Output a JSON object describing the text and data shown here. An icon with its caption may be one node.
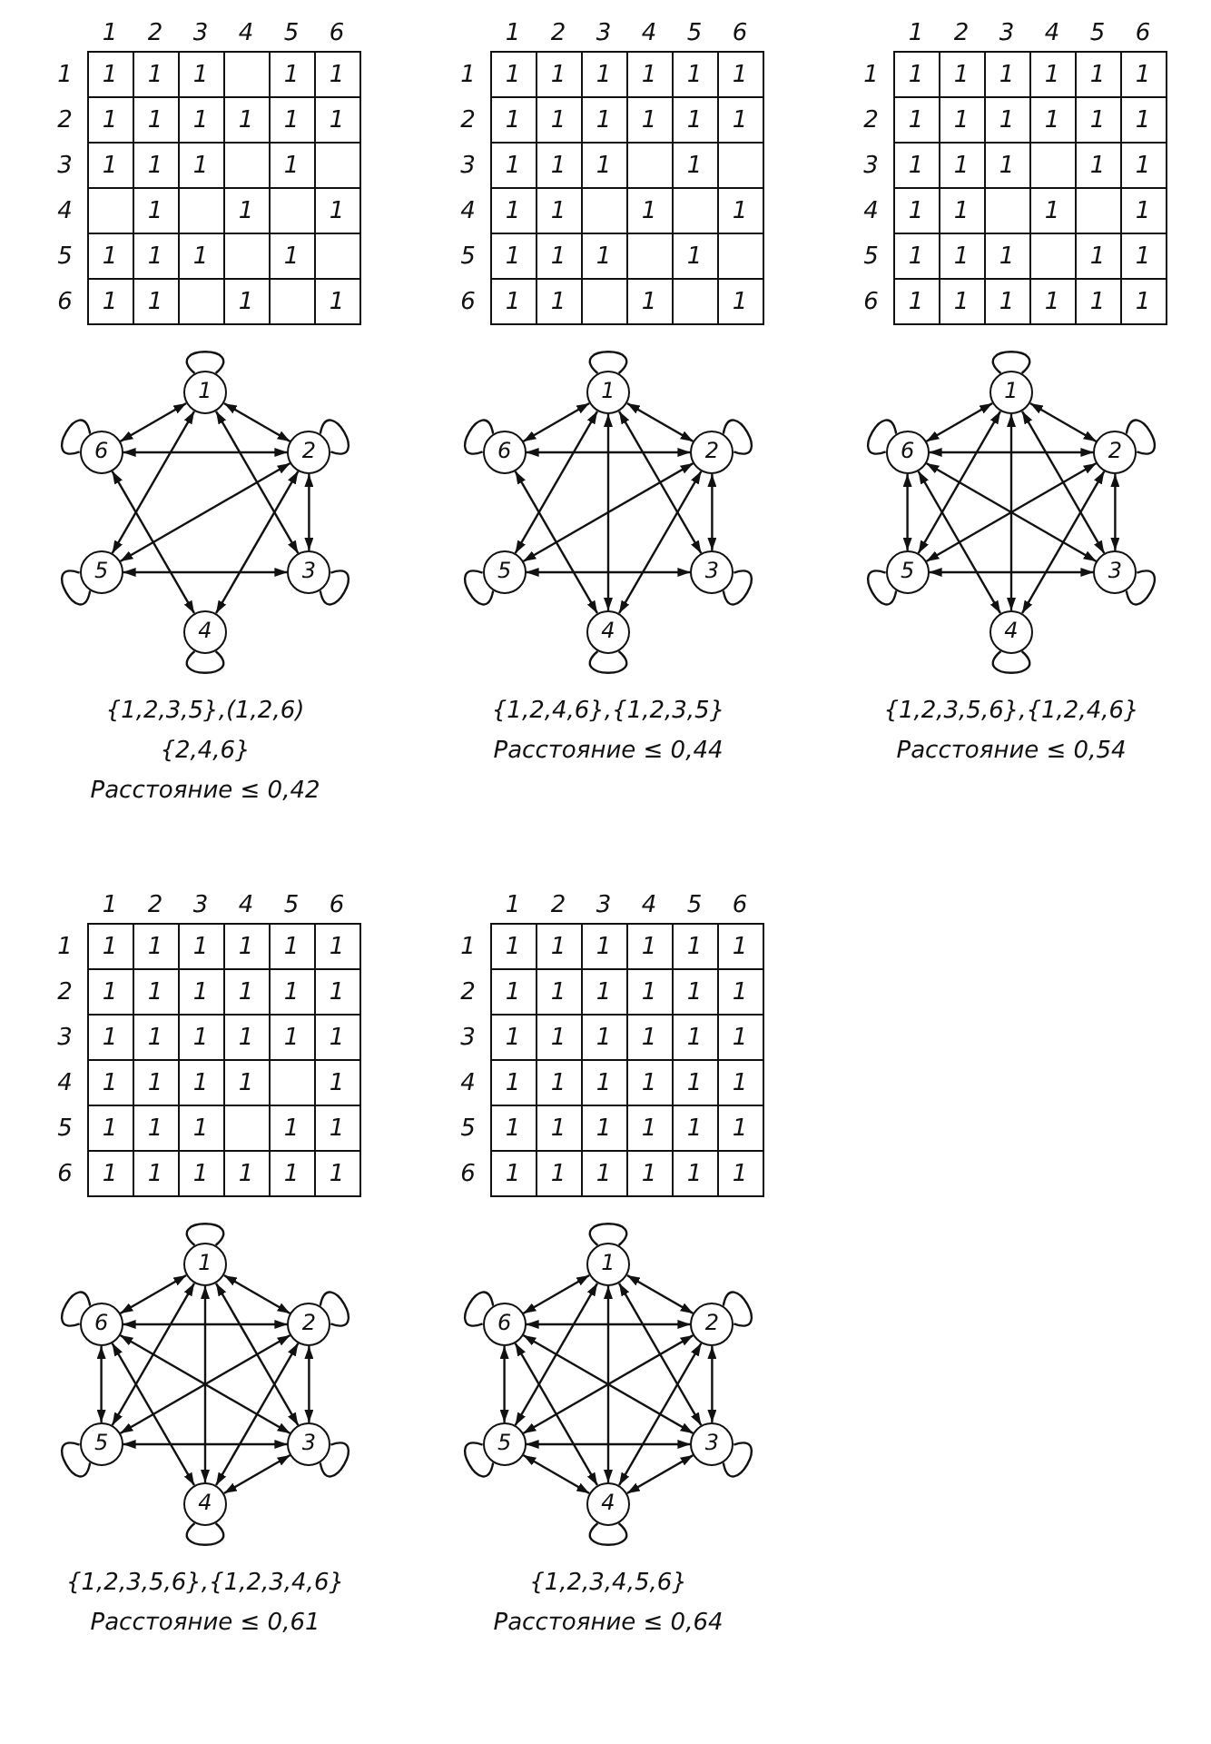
{
  "diagram": {
    "nodes": [
      {
        "text": [
          "1"
        ]
      },
      {
        "text": [
          "2"
        ]
      },
      {
        "text": [
          "3"
        ]
      },
      {
        "text": [
          "4"
        ]
      },
      {
        "text": [
          "5"
        ]
      },
      {
        "text": [
          "6"
        ]
      },
      {
        "text": [
          "1"
        ]
      },
      {
        "text": [
          "2"
        ]
      },
      {
        "text": [
          "3"
        ]
      },
      {
        "text": [
          "4"
        ]
      },
      {
        "text": [
          "5"
        ]
      },
      {
        "text": [
          "6"
        ]
      },
      {
        "text": [
          "1"
        ]
      },
      {
        "text": [
          "2"
        ]
      },
      {
        "text": [
          "3"
        ]
      },
      {
        "text": [
          "4"
        ]
      },
      {
        "text": [
          "5"
        ]
      },
      {
        "text": [
          "6"
        ]
      },
      {
        "text": [
          "1"
        ]
      },
      {
        "text": [
          "2"
        ]
      },
      {
        "text": [
          "3"
        ]
      },
      {
        "text": [
          "4"
        ]
      },
      {
        "text": [
          "5"
        ]
      },
      {
        "text": [
          "6"
        ]
      },
      {
        "text": [
          "1"
        ]
      },
      {
        "text": [
          "2"
        ]
      },
      {
        "text": [
          "3"
        ]
      },
      {
        "text": [
          "4"
        ]
      },
      {
        "text": [
          "5"
        ]
      },
      {
        "text": [
          "6"
        ]
      }
    ],
    "edges": [
      {
        "from": 0,
        "to": 0,
        "arrow": "none"
      },
      {
        "from": 1,
        "to": 1,
        "arrow": "none"
      },
      {
        "from": 2,
        "to": 2,
        "arrow": "none"
      },
      {
        "from": 3,
        "to": 3,
        "arrow": "none"
      },
      {
        "from": 4,
        "to": 4,
        "arrow": "none"
      },
      {
        "from": 5,
        "to": 5,
        "arrow": "none"
      },
      {
        "from": 0,
        "to": 1,
        "arrow": "both"
      },
      {
        "from": 0,
        "to": 2,
        "arrow": "both"
      },
      {
        "from": 0,
        "to": 4,
        "arrow": "both"
      },
      {
        "from": 0,
        "to": 5,
        "arrow": "both"
      },
      {
        "from": 1,
        "to": 2,
        "arrow": "both"
      },
      {
        "from": 1,
        "to": 3,
        "arrow": "both"
      },
      {
        "from": 1,
        "to": 4,
        "arrow": "both"
      },
      {
        "from": 1,
        "to": 5,
        "arrow": "both"
      },
      {
        "from": 2,
        "to": 4,
        "arrow": "both"
      },
      {
        "from": 3,
        "to": 5,
        "arrow": "both"
      },
      {
        "from": 6,
        "to": 6,
        "arrow": "none"
      },
      {
        "from": 7,
        "to": 7,
        "arrow": "none"
      },
      {
        "from": 8,
        "to": 8,
        "arrow": "none"
      },
      {
        "from": 9,
        "to": 9,
        "arrow": "none"
      },
      {
        "from": 10,
        "to": 10,
        "arrow": "none"
      },
      {
        "from": 11,
        "to": 11,
        "arrow": "none"
      },
      {
        "from": 6,
        "to": 7,
        "arrow": "both"
      },
      {
        "from": 6,
        "to": 8,
        "arrow": "both"
      },
      {
        "from": 6,
        "to": 9,
        "arrow": "both"
      },
      {
        "from": 6,
        "to": 10,
        "arrow": "both"
      },
      {
        "from": 6,
        "to": 11,
        "arrow": "both"
      },
      {
        "from": 7,
        "to": 8,
        "arrow": "both"
      },
      {
        "from": 7,
        "to": 9,
        "arrow": "both"
      },
      {
        "from": 7,
        "to": 10,
        "arrow": "both"
      },
      {
        "from": 7,
        "to": 11,
        "arrow": "both"
      },
      {
        "from": 8,
        "to": 10,
        "arrow": "both"
      },
      {
        "from": 9,
        "to": 11,
        "arrow": "both"
      },
      {
        "from": 12,
        "to": 12,
        "arrow": "none"
      },
      {
        "from": 13,
        "to": 13,
        "arrow": "none"
      },
      {
        "from": 14,
        "to": 14,
        "arrow": "none"
      },
      {
        "from": 15,
        "to": 15,
        "arrow": "none"
      },
      {
        "from": 16,
        "to": 16,
        "arrow": "none"
      },
      {
        "from": 17,
        "to": 17,
        "arrow": "none"
      },
      {
        "from": 12,
        "to": 13,
        "arrow": "both"
      },
      {
        "from": 12,
        "to": 14,
        "arrow": "both"
      },
      {
        "from": 12,
        "to": 15,
        "arrow": "both"
      },
      {
        "from": 12,
        "to": 16,
        "arrow": "both"
      },
      {
        "from": 12,
        "to": 17,
        "arrow": "both"
      },
      {
        "from": 13,
        "to": 14,
        "arrow": "both"
      },
      {
        "from": 13,
        "to": 15,
        "arrow": "both"
      },
      {
        "from": 13,
        "to": 16,
        "arrow": "both"
      },
      {
        "from": 13,
        "to": 17,
        "arrow": "both"
      },
      {
        "from": 14,
        "to": 16,
        "arrow": "both"
      },
      {
        "from": 14,
        "to": 17,
        "arrow": "both"
      },
      {
        "from": 15,
        "to": 17,
        "arrow": "both"
      },
      {
        "from": 16,
        "to": 17,
        "arrow": "both"
      },
      {
        "from": 18,
        "to": 18,
        "arrow": "none"
      },
      {
        "from": 19,
        "to": 19,
        "arrow": "none"
      },
      {
        "from": 20,
        "to": 20,
        "arrow": "none"
      },
      {
        "from": 21,
        "to": 21,
        "arrow": "none"
      },
      {
        "from": 22,
        "to": 22,
        "arrow": "none"
      },
      {
        "from": 23,
        "to": 23,
        "arrow": "none"
      },
      {
        "from": 18,
        "to": 19,
        "arrow": "both"
      },
      {
        "from": 18,
        "to": 20,
        "arrow": "both"
      },
      {
        "from": 18,
        "to": 21,
        "arrow": "both"
      },
      {
        "from": 18,
        "to": 22,
        "arrow": "both"
      },
      {
        "from": 18,
        "to": 23,
        "arrow": "both"
      },
      {
        "from": 19,
        "to": 20,
        "arrow": "both"
      },
      {
        "from": 19,
        "to": 21,
        "arrow": "both"
      },
      {
        "from": 19,
        "to": 22,
        "arrow": "both"
      },
      {
        "from": 19,
        "to": 23,
        "arrow": "both"
      },
      {
        "from": 20,
        "to": 21,
        "arrow": "both"
      },
      {
        "from": 20,
        "to": 22,
        "arrow": "both"
      },
      {
        "from": 20,
        "to": 23,
        "arrow": "both"
      },
      {
        "from": 21,
        "to": 23,
        "arrow": "both"
      },
      {
        "from": 22,
        "to": 23,
        "arrow": "both"
      },
      {
        "from": 24,
        "to": 24,
        "arrow": "none"
      },
      {
        "from": 25,
        "to": 25,
        "arrow": "none"
      },
      {
        "from": 26,
        "to": 26,
        "arrow": "none"
      },
      {
        "from": 27,
        "to": 27,
        "arrow": "none"
      },
      {
        "from": 28,
        "to": 28,
        "arrow": "none"
      },
      {
        "from": 29,
        "to": 29,
        "arrow": "none"
      },
      {
        "from": 24,
        "to": 25,
        "arrow": "both"
      },
      {
        "from": 24,
        "to": 26,
        "arrow": "both"
      },
      {
        "from": 24,
        "to": 27,
        "arrow": "both"
      },
      {
        "from": 24,
        "to": 28,
        "arrow": "both"
      },
      {
        "from": 24,
        "to": 29,
        "arrow": "both"
      },
      {
        "from": 25,
        "to": 26,
        "arrow": "both"
      },
      {
        "from": 25,
        "to": 27,
        "arrow": "both"
      },
      {
        "from": 25,
        "to": 28,
        "arrow": "both"
      },
      {
        "from": 25,
        "to": 29,
        "arrow": "both"
      },
      {
        "from": 26,
        "to": 27,
        "arrow": "both"
      },
      {
        "from": 26,
        "to": 28,
        "arrow": "both"
      },
      {
        "from": 26,
        "to": 29,
        "arrow": "both"
      },
      {
        "from": 27,
        "to": 28,
        "arrow": "both"
      },
      {
        "from": 27,
        "to": 29,
        "arrow": "both"
      },
      {
        "from": 28,
        "to": 29,
        "arrow": "both"
      }
    ],
    "labels": [
      "1",
      "2",
      "3",
      "4",
      "5",
      "6",
      "1",
      "1",
      "1",
      "1",
      "1",
      "1",
      "2",
      "1",
      "1",
      "1",
      "1",
      "1",
      "1",
      "3",
      "1",
      "1",
      "1",
      "1",
      "4",
      "1",
      "1",
      "1",
      "5",
      "1",
      "1",
      "1",
      "1",
      "6",
      "1",
      "1",
      "1",
      "1",
      "{1,2,3,5},(1,2,6)",
      "{2,4,6}",
      "Расстояние ≤ 0,42",
      "1",
      "2",
      "3",
      "4",
      "5",
      "6",
      "1",
      "1",
      "1",
      "1",
      "1",
      "1",
      "1",
      "2",
      "1",
      "1",
      "1",
      "1",
      "1",
      "1",
      "3",
      "1",
      "1",
      "1",
      "1",
      "4",
      "1",
      "1",
      "1",
      "1",
      "5",
      "1",
      "1",
      "1",
      "1",
      "6",
      "1",
      "1",
      "1",
      "1",
      "{1,2,4,6},{1,2,3,5}",
      "Расстояние ≤ 0,44",
      "1",
      "2",
      "3",
      "4",
      "5",
      "6",
      "1",
      "1",
      "1",
      "1",
      "1",
      "1",
      "1",
      "2",
      "1",
      "1",
      "1",
      "1",
      "1",
      "1",
      "3",
      "1",
      "1",
      "1",
      "1",
      "1",
      "4",
      "1",
      "1",
      "1",
      "1",
      "5",
      "1",
      "1",
      "1",
      "1",
      "1",
      "6",
      "1",
      "1",
      "1",
      "1",
      "1",
      "1",
      "{1,2,3,5,6},{1,2,4,6}",
      "Расстояние ≤ 0,54",
      "1",
      "2",
      "3",
      "4",
      "5",
      "6",
      "1",
      "1",
      "1",
      "1",
      "1",
      "1",
      "1",
      "2",
      "1",
      "1",
      "1",
      "1",
      "1",
      "1",
      "3",
      "1",
      "1",
      "1",
      "1",
      "1",
      "1",
      "4",
      "1",
      "1",
      "1",
      "1",
      "1",
      "5",
      "1",
      "1",
      "1",
      "1",
      "1",
      "6",
      "1",
      "1",
      "1",
      "1",
      "1",
      "1",
      "{1,2,3,5,6},{1,2,3,4,6}",
      "Расстояние ≤ 0,61",
      "1",
      "2",
      "3",
      "4",
      "5",
      "6",
      "1",
      "1",
      "1",
      "1",
      "1",
      "1",
      "1",
      "2",
      "1",
      "1",
      "1",
      "1",
      "1",
      "1",
      "3",
      "1",
      "1",
      "1",
      "1",
      "1",
      "1",
      "4",
      "1",
      "1",
      "1",
      "1",
      "1",
      "1",
      "5",
      "1",
      "1",
      "1",
      "1",
      "1",
      "1",
      "6",
      "1",
      "1",
      "1",
      "1",
      "1",
      "1",
      "{1,2,3,4,5,6}",
      "Расстояние ≤ 0,64"
    ]
  }
}
